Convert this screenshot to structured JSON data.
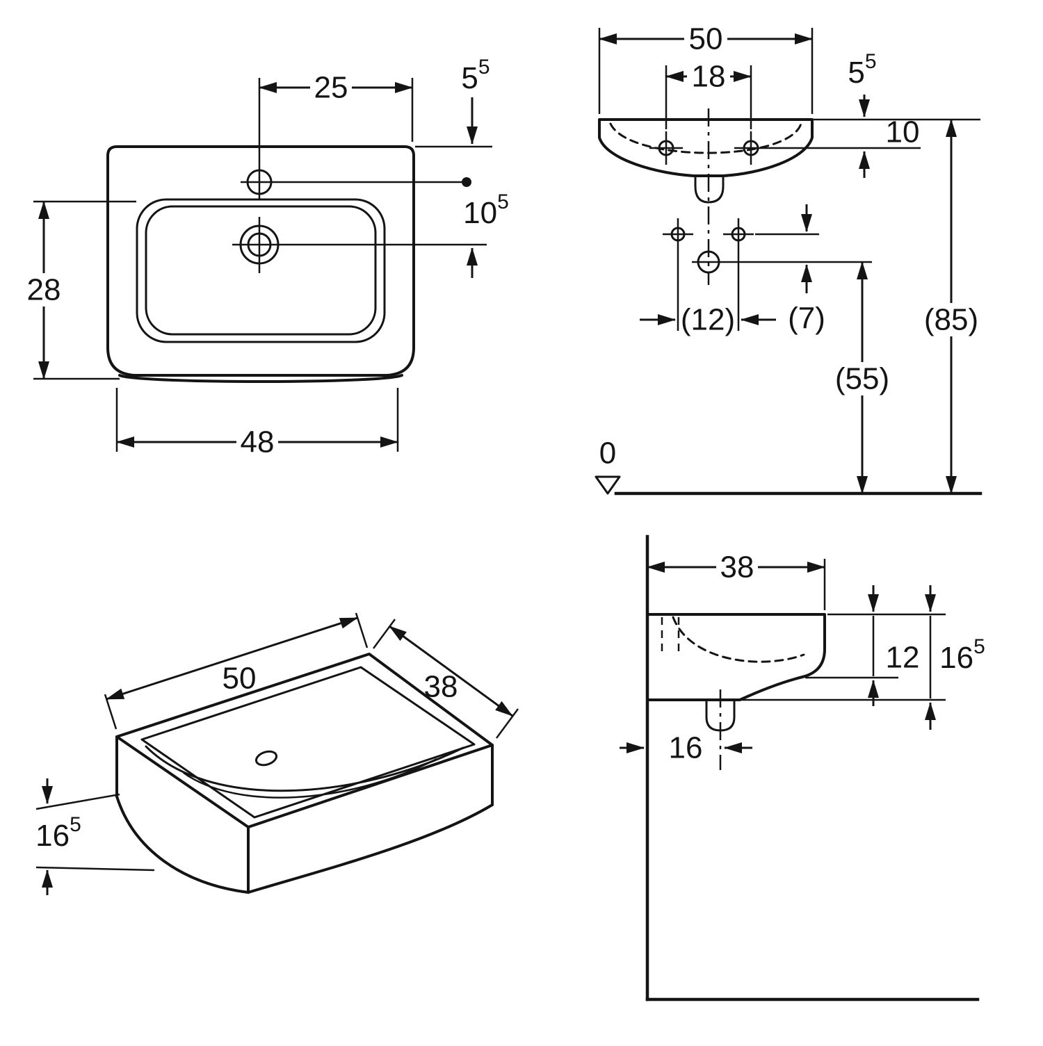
{
  "document": {
    "type": "dimensional technical drawing",
    "subject": "wall-hung washbasin, four orthographic/perspective views",
    "line_color": "#141414",
    "background": "#ffffff"
  },
  "views": {
    "plan": {
      "label": "top view",
      "dims": {
        "tap_to_side": "25",
        "rear_to_tap": {
          "main": "5",
          "sup": "5"
        },
        "tap_to_drain": {
          "main": "10",
          "sup": "5"
        },
        "bowl_depth": "28",
        "front_width": "48"
      }
    },
    "front": {
      "label": "front elevation",
      "dims": {
        "overall_width": "50",
        "tap_hole_spacing": "18",
        "rim_to_tap": {
          "main": "5",
          "sup": "5"
        },
        "rim_to_holes": "10",
        "fixing_hole_spacing": "(12)",
        "holes_to_drain": "(7)",
        "drain_height": "(55)",
        "rim_height": "(85)",
        "floor_datum": "0"
      }
    },
    "perspective": {
      "label": "isometric view",
      "dims": {
        "width": "50",
        "depth": "38",
        "height": {
          "main": "16",
          "sup": "5"
        }
      }
    },
    "side": {
      "label": "side section",
      "dims": {
        "depth": "38",
        "rim_to_bowl_front": "12",
        "overall_height": {
          "main": "16",
          "sup": "5"
        },
        "wall_to_trap": "16"
      }
    }
  }
}
